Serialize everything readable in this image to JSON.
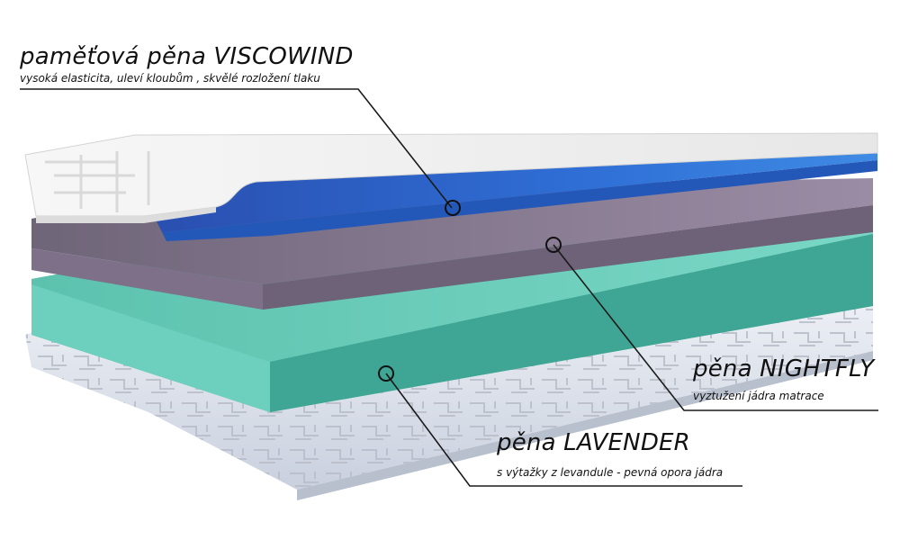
{
  "colors": {
    "cover": "#f3f3f3",
    "viscowind": "#2f6fd6",
    "nightfly": "#8d7f98",
    "lavender": "#63c4b2",
    "base_cover": "#d8dde8",
    "leader": "#1a1a1a"
  },
  "callouts": {
    "viscowind": {
      "title": "paměťová pěna VISCOWIND",
      "subtitle": "vysoká elasticita, uleví kloubům , skvělé rozložení tlaku"
    },
    "nightfly": {
      "title": "pěna NIGHTFLY",
      "subtitle": "vyztužení jádra matrace"
    },
    "lavender": {
      "title": "pěna LAVENDER",
      "subtitle": "s výtažky z levandule - pevná opora jádra"
    }
  }
}
